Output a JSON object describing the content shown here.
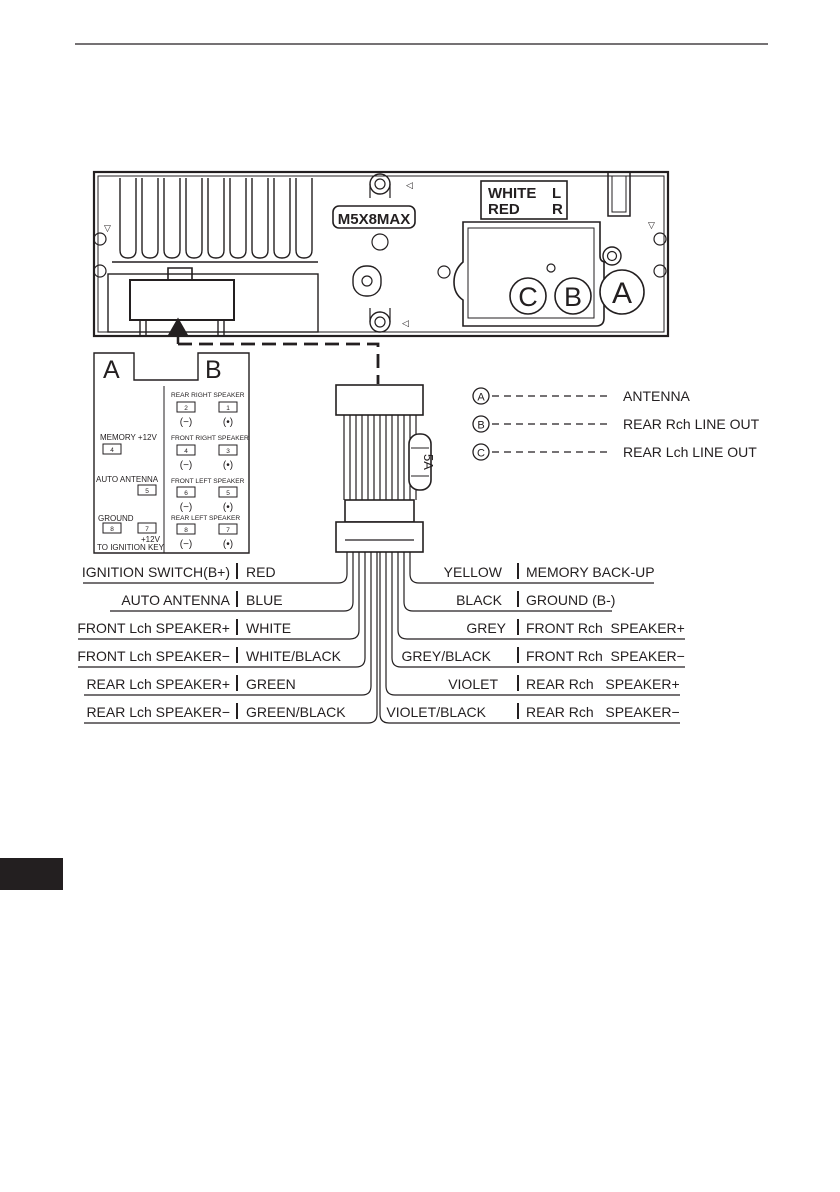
{
  "head_unit": {
    "model": "M5X8MAX",
    "rca_white": "WHITE",
    "rca_white_side": "L",
    "rca_red": "RED",
    "rca_red_side": "R",
    "jack_a": "A",
    "jack_b": "B",
    "jack_c": "C"
  },
  "iso_connector": {
    "block_a_title": "A",
    "block_b_title": "B",
    "a_pins": [
      {
        "label": "MEMORY +12V",
        "pin": "4"
      },
      {
        "label": "AUTO ANTENNA",
        "pin": "5"
      },
      {
        "label": "GROUND",
        "pin": "8"
      },
      {
        "label": "+12V",
        "pin": "7"
      }
    ],
    "a_note": "TO IGNITION KEY",
    "b_groups": [
      {
        "label": "REAR RIGHT SPEAKER",
        "neg_pin": "2",
        "pos_pin": "1"
      },
      {
        "label": "FRONT RIGHT SPEAKER",
        "neg_pin": "4",
        "pos_pin": "3"
      },
      {
        "label": "FRONT LEFT SPEAKER",
        "neg_pin": "6",
        "pos_pin": "5"
      },
      {
        "label": "REAR LEFT SPEAKER",
        "neg_pin": "8",
        "pos_pin": "7"
      }
    ],
    "neg_symbol": "(−)",
    "pos_symbol": "(•)"
  },
  "fuse": "5A",
  "legend": [
    {
      "key": "A",
      "label": "ANTENNA"
    },
    {
      "key": "B",
      "label": "REAR Rch LINE OUT"
    },
    {
      "key": "C",
      "label": "REAR Lch LINE OUT"
    }
  ],
  "wires_left": [
    {
      "function": "IGNITION SWITCH(B+)",
      "color": "RED"
    },
    {
      "function": "AUTO ANTENNA",
      "color": "BLUE"
    },
    {
      "function": "FRONT Lch SPEAKER+",
      "color": "WHITE"
    },
    {
      "function": "FRONT Lch SPEAKER−",
      "color": "WHITE/BLACK"
    },
    {
      "function": "REAR Lch SPEAKER+",
      "color": "GREEN"
    },
    {
      "function": "REAR Lch SPEAKER−",
      "color": "GREEN/BLACK"
    }
  ],
  "wires_right": [
    {
      "color": "YELLOW",
      "function": "MEMORY BACK-UP"
    },
    {
      "color": "BLACK",
      "function": "GROUND (B-)"
    },
    {
      "color": "GREY",
      "function": "FRONT Rch  SPEAKER+"
    },
    {
      "color": "GREY/BLACK",
      "function": "FRONT Rch  SPEAKER−"
    },
    {
      "color": "VIOLET",
      "function": "REAR Rch   SPEAKER+"
    },
    {
      "color": "VIOLET/BLACK",
      "function": "REAR Rch   SPEAKER−"
    }
  ]
}
